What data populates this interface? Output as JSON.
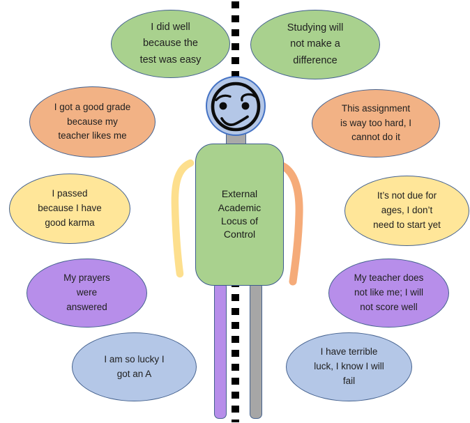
{
  "diagram_title": "External Academic Locus of Control",
  "figure": {
    "label": "External\nAcademic\nLocus of\nControl",
    "face": "worried-face",
    "colors": {
      "torso_fill": "#a9d18e",
      "head_fill": "#b4c7e7",
      "head_border": "#4472c4",
      "neck_fill": "#a9a9a9",
      "left_arm": "#fddf8d",
      "right_arm": "#f5ab79",
      "left_leg": "#b78eea",
      "right_leg": "#a6a6a6",
      "outline": "#44618e",
      "divider_line": "#000000"
    }
  },
  "bubbles": [
    {
      "name": "test-was-easy",
      "fill": "#a9d18e",
      "text": "I did well\nbecause the\ntest was easy"
    },
    {
      "name": "studying-no-difference",
      "fill": "#a9d18e",
      "text": "Studying will\nnot make a\ndifference"
    },
    {
      "name": "teacher-likes-me",
      "fill": "#f2b285",
      "text": "I got a good grade\nbecause my\nteacher likes me"
    },
    {
      "name": "assignment-too-hard",
      "fill": "#f2b285",
      "text": "This assignment\nis way too hard, I\ncannot do it"
    },
    {
      "name": "good-karma",
      "fill": "#ffe699",
      "text": "I passed\nbecause I have\ngood karma"
    },
    {
      "name": "not-due-for-ages",
      "fill": "#ffe699",
      "text": "It’s not due for\nages, I don’t\nneed to start yet"
    },
    {
      "name": "prayers-answered",
      "fill": "#b78eea",
      "text": "My prayers\nwere\nanswered"
    },
    {
      "name": "teacher-dislikes-me",
      "fill": "#b78eea",
      "text": "My teacher does\nnot like me; I will\nnot score well"
    },
    {
      "name": "so-lucky",
      "fill": "#b4c7e7",
      "text": "I am so lucky I\ngot an A"
    },
    {
      "name": "terrible-luck",
      "fill": "#b4c7e7",
      "text": "I have terrible\nluck, I know I will\nfail"
    }
  ]
}
